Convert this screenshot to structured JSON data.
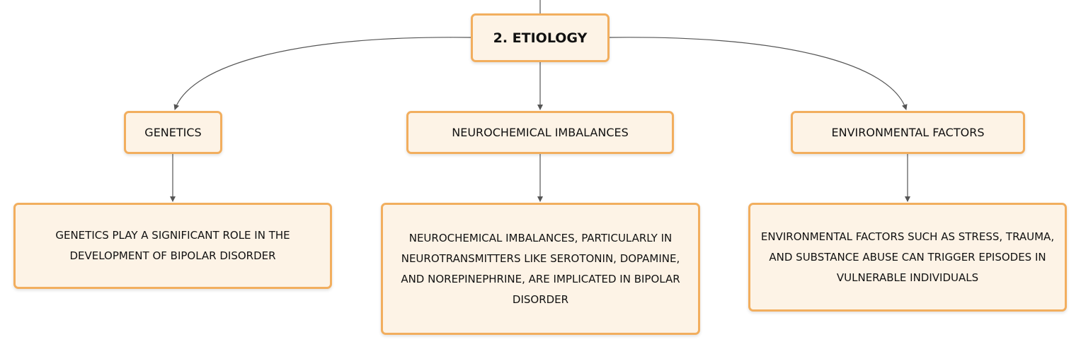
{
  "root": {
    "label": "2. ETIOLOGY"
  },
  "categories": [
    {
      "label": "GENETICS",
      "detail": "GENETICS PLAY A SIGNIFICANT ROLE IN THE DEVELOPMENT OF BIPOLAR DISORDER"
    },
    {
      "label": "NEUROCHEMICAL IMBALANCES",
      "detail": "NEUROCHEMICAL IMBALANCES, PARTICULARLY IN NEUROTRANSMITTERS LIKE SEROTONIN, DOPAMINE, AND NOREPINEPHRINE, ARE IMPLICATED IN BIPOLAR DISORDER"
    },
    {
      "label": "ENVIRONMENTAL FACTORS",
      "detail": "ENVIRONMENTAL FACTORS SUCH AS STRESS, TRAUMA, AND SUBSTANCE ABUSE CAN TRIGGER EPISODES IN VULNERABLE INDIVIDUALS"
    }
  ],
  "colors": {
    "node_fill": "#fdf3e6",
    "node_border": "#f2ae5e",
    "connector": "#555555"
  }
}
